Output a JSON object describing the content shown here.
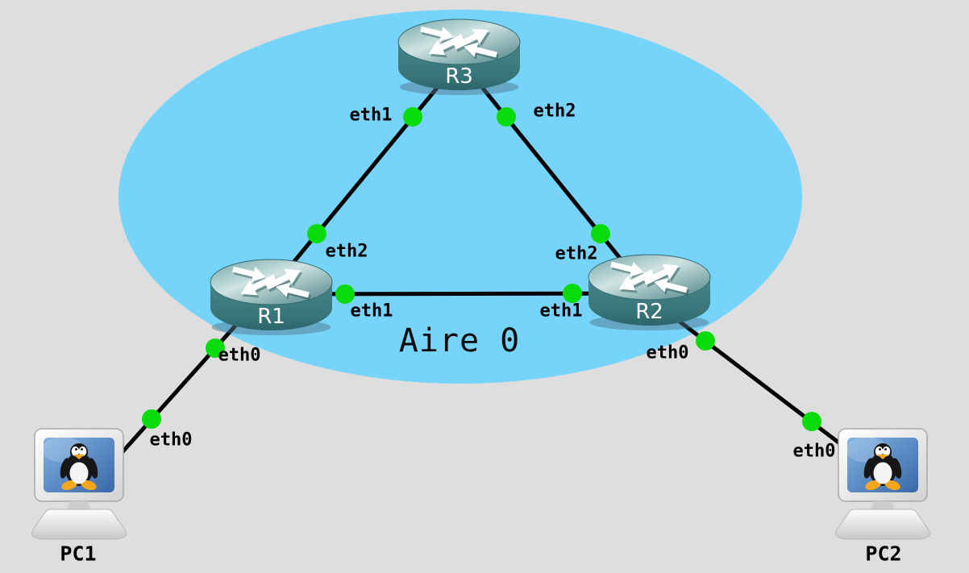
{
  "area": {
    "label": "Aire 0"
  },
  "nodes": {
    "r1": {
      "label": "R1",
      "type": "router"
    },
    "r2": {
      "label": "R2",
      "type": "router"
    },
    "r3": {
      "label": "R3",
      "type": "router"
    },
    "pc1": {
      "label": "PC1",
      "type": "linux-host"
    },
    "pc2": {
      "label": "PC2",
      "type": "linux-host"
    }
  },
  "interfaces": {
    "r1_eth0": "eth0",
    "r1_eth1": "eth1",
    "r1_eth2": "eth2",
    "r2_eth0": "eth0",
    "r2_eth1": "eth1",
    "r2_eth2": "eth2",
    "r3_eth1": "eth1",
    "r3_eth2": "eth2",
    "pc1_eth0": "eth0",
    "pc2_eth0": "eth0"
  },
  "links": [
    {
      "from": "PC1:eth0",
      "to": "R1:eth0"
    },
    {
      "from": "R1:eth2",
      "to": "R3:eth1"
    },
    {
      "from": "R3:eth2",
      "to": "R2:eth2"
    },
    {
      "from": "R1:eth1",
      "to": "R2:eth1"
    },
    {
      "from": "R2:eth0",
      "to": "PC2:eth0"
    }
  ],
  "colors": {
    "background": "#DEDEDE",
    "area_fill": "#76D4FB",
    "link": "#000000",
    "interface_dot": "#0ADB0A",
    "router_body": "#3B7B7E",
    "pc_screen_blue": "#4A7BB8",
    "tux_orange": "#F4A71D"
  }
}
